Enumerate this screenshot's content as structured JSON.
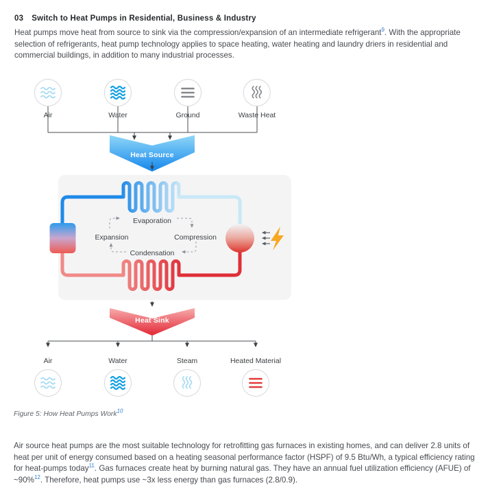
{
  "document": {
    "section_number": "03",
    "section_title": "Switch to Heat Pumps in Residential, Business & Industry",
    "intro": {
      "part_a": "Heat pumps move heat from source to sink via the compression/expansion of an intermediate refrigerant",
      "footnote_a": "9",
      "part_b": ". With the appropriate selection of refrigerants, heat pump technology applies to space heating, water heating and laundry driers in residential and commercial buildings, in addition to many industrial processes."
    },
    "caption": {
      "text": "Figure 5: How Heat Pumps Work",
      "footnote": "10"
    },
    "outro": {
      "part_a": "Air source heat pumps are the most suitable technology for retrofitting gas furnaces in existing homes, and can deliver 2.8 units of heat per unit of energy consumed based on a heating seasonal performance factor (HSPF) of 9.5 Btu/Wh, a typical efficiency rating for heat-pumps today",
      "footnote_a": "11",
      "part_b": ". Gas furnaces create heat by burning natural gas. They have an annual fuel utilization efficiency (AFUE) of ~90%",
      "footnote_b": "12",
      "part_c": ". Therefore, heat pumps use ~3x less energy than gas furnaces (2.8/0.9)."
    }
  },
  "diagram": {
    "sources": {
      "arrow_label": "Heat Source",
      "items": [
        {
          "label": "Air",
          "icon": "air-waves-icon"
        },
        {
          "label": "Water",
          "icon": "water-waves-icon"
        },
        {
          "label": "Ground",
          "icon": "ground-lines-icon"
        },
        {
          "label": "Waste Heat",
          "icon": "waste-heat-steam-icon"
        }
      ]
    },
    "cycle": {
      "evaporation": "Evaporation",
      "expansion": "Expansion",
      "compression": "Compression",
      "condensation": "Condensation",
      "energy_input_icon": "lightning-bolt-icon"
    },
    "sinks": {
      "arrow_label": "Heat Sink",
      "items": [
        {
          "label": "Air",
          "icon": "air-waves-icon"
        },
        {
          "label": "Water",
          "icon": "water-waves-icon"
        },
        {
          "label": "Steam",
          "icon": "steam-waves-icon"
        },
        {
          "label": "Heated Material",
          "icon": "heated-material-lines-icon"
        }
      ]
    },
    "colors": {
      "cold_blue": "#1e8ae8",
      "pale_blue": "#c9e8f8",
      "hot_red": "#e02f38",
      "pale_red": "#f08a87",
      "lightning_orange": "#f7a823",
      "footnote_link_blue": "#2f7fd6"
    }
  }
}
